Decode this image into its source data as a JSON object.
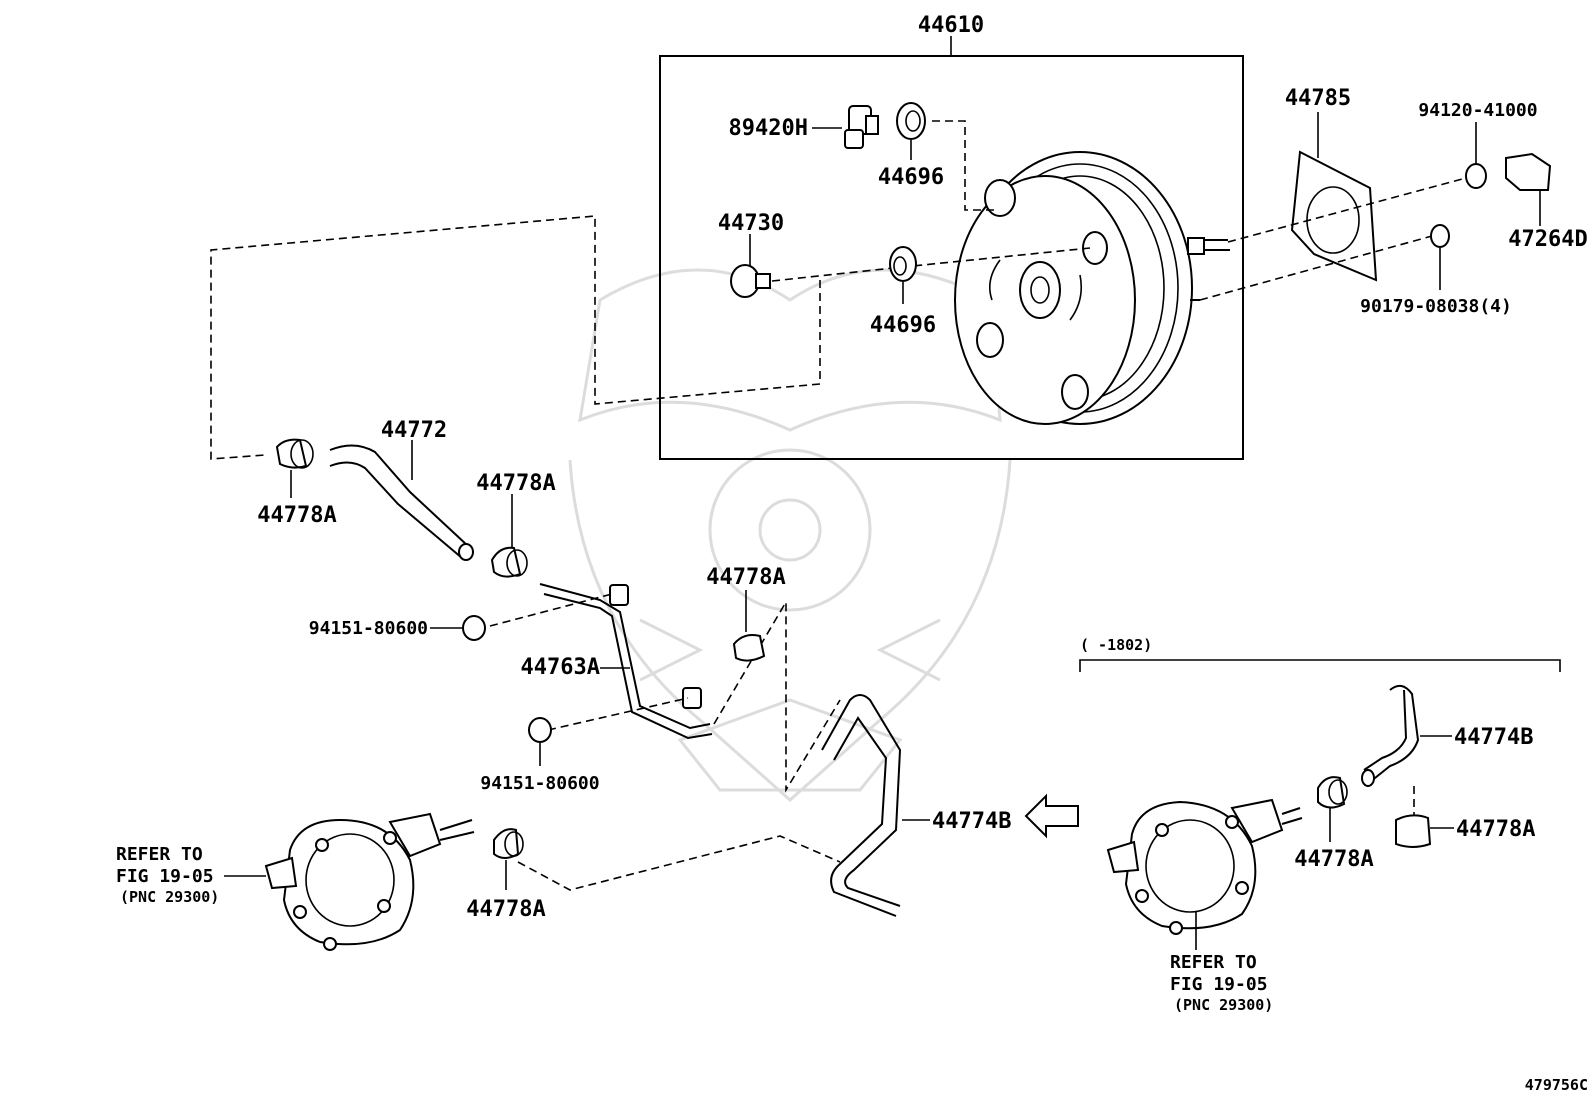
{
  "diagram_id": "479756C",
  "range_note": "(      -1802)",
  "parts": {
    "booster_assembly": "44610",
    "vacuum_sensor": "89420H",
    "grommet_upper": "44696",
    "grommet_lower": "44696",
    "check_valve": "44730",
    "gasket": "44785",
    "nut_upper": "94120-41000",
    "bracket": "47264D",
    "nut_lower": "90179-08038(4)",
    "clamp_hose_left": "44778A",
    "hose_upper": "44772",
    "clamp_hose_mid": "44778A",
    "nut_pipe_upper": "94151-80600",
    "vacuum_pipe": "44763A",
    "clamp_pipe_right": "44778A",
    "nut_pipe_lower": "94151-80600",
    "hose_lower": "44774B",
    "clamp_pump": "44778A",
    "hose_alt": "44774B",
    "clamp_alt_pump": "44778A",
    "clamp_alt_hose": "44778A"
  },
  "refer_left": {
    "line1": "REFER TO",
    "line2": "FIG 19-05",
    "line3": "(PNC 29300)"
  },
  "refer_right": {
    "line1": "REFER TO",
    "line2": "FIG 19-05",
    "line3": "(PNC 29300)"
  }
}
